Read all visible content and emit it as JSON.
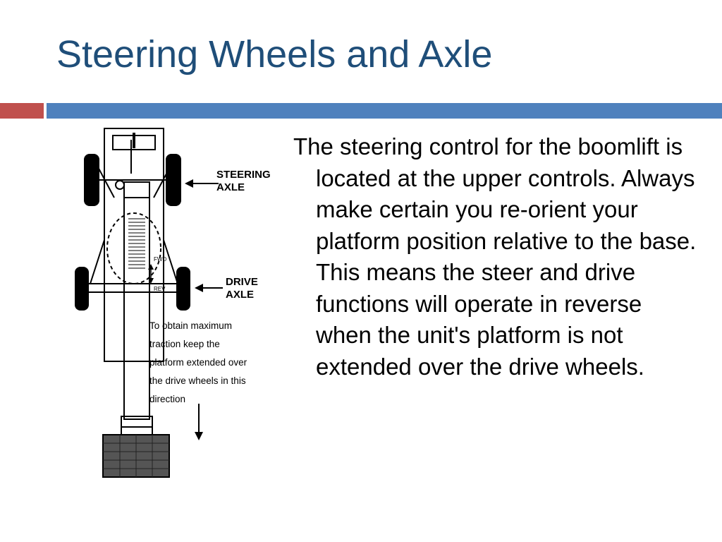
{
  "slide": {
    "title": "Steering Wheels and Axle",
    "body": "The steering control for the boomlift is located at the upper controls. Always make certain you re-orient your platform position relative to the base. This means the steer and drive functions will operate in reverse when the unit's platform is not extended over the drive wheels."
  },
  "figure": {
    "steering_label": [
      "STEERING",
      "AXLE"
    ],
    "drive_label": [
      "DRIVE",
      "AXLE"
    ],
    "fwd_label": "FWD",
    "rev_label": "REV",
    "note_lines": [
      "To obtain maximum",
      "traction keep the",
      "platform extended over",
      "the drive wheels in this",
      "direction"
    ]
  },
  "colors": {
    "title": "#1F4E79",
    "accent_red": "#C0504D",
    "accent_blue": "#4F81BD"
  }
}
